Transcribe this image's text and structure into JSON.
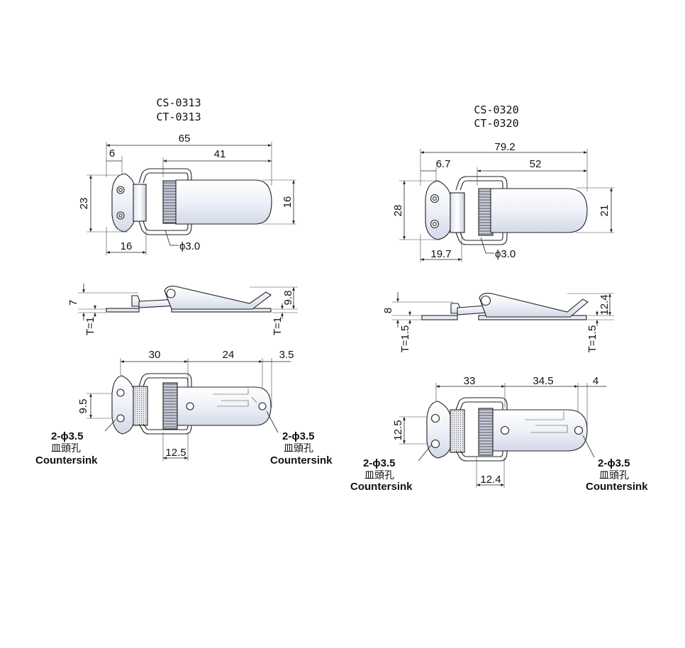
{
  "left": {
    "model_a": "CS-0313",
    "model_b": "CT-0313",
    "top_view": {
      "d65": "65",
      "d6": "6",
      "d41": "41",
      "d23": "23",
      "d16h": "16",
      "d16w": "16",
      "hole": "ϕ3.0"
    },
    "side_view": {
      "d7": "7",
      "t_left": "T=1",
      "d98": "9.8",
      "t_right": "T=1"
    },
    "bottom_view": {
      "d30": "30",
      "d24": "24",
      "d35": "3.5",
      "d95": "9.5",
      "d125": "12.5",
      "cs_left_1": "2-ϕ3.5",
      "cs_left_2": "皿頭孔",
      "cs_left_3": "Countersink",
      "cs_right_1": "2-ϕ3.5",
      "cs_right_2": "皿頭孔",
      "cs_right_3": "Countersink"
    }
  },
  "right": {
    "model_a": "CS-0320",
    "model_b": "CT-0320",
    "top_view": {
      "d792": "79.2",
      "d67": "6.7",
      "d52": "52",
      "d28": "28",
      "d21": "21",
      "d197": "19.7",
      "hole": "ϕ3.0"
    },
    "side_view": {
      "d8": "8",
      "t_left": "T=1.5",
      "d124": "12.4",
      "t_right": "T=1.5"
    },
    "bottom_view": {
      "d33": "33",
      "d345": "34.5",
      "d4": "4",
      "d125": "12.5",
      "d124": "12.4",
      "cs_left_1": "2-ϕ3.5",
      "cs_left_2": "皿頭孔",
      "cs_left_3": "Countersink",
      "cs_right_1": "2-ϕ3.5",
      "cs_right_2": "皿頭孔",
      "cs_right_3": "Countersink"
    }
  },
  "colors": {
    "line": "#222222",
    "fill_light": "#f2f4fb",
    "fill_mid": "#d7dcec",
    "shade": "#9aa0b0"
  }
}
